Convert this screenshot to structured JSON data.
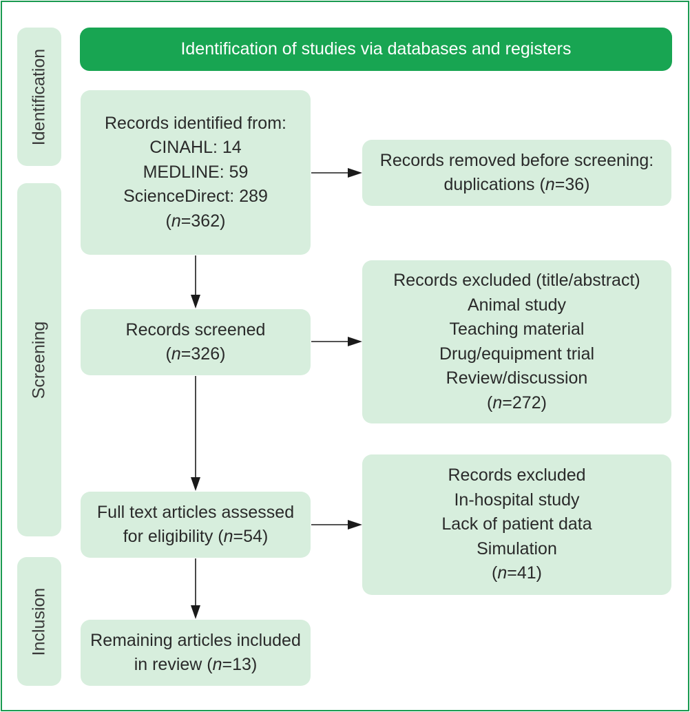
{
  "phases": {
    "identification": "Identification",
    "screening": "Screening",
    "inclusion": "Inclusion"
  },
  "banner": "Identification of studies via databases and registers",
  "identified": {
    "title": "Records identified from:",
    "sources": [
      "CINAHL: 14",
      "MEDLINE: 59",
      "ScienceDirect: 289"
    ],
    "n": "362"
  },
  "removed": {
    "title": "Records removed before screening:",
    "reason": "duplications",
    "n": "36"
  },
  "screened": {
    "title": "Records screened",
    "n": "326"
  },
  "excluded_abstract": {
    "title": "Records excluded (title/abstract)",
    "reasons": [
      "Animal study",
      "Teaching material",
      "Drug/equipment trial",
      "Review/discussion"
    ],
    "n": "272"
  },
  "fulltext": {
    "line1": "Full text articles assessed",
    "line2": "for eligibility",
    "n": "54"
  },
  "excluded_fulltext": {
    "title": "Records excluded",
    "reasons": [
      "In-hospital study",
      "Lack of patient data",
      "Simulation"
    ],
    "n": "41"
  },
  "included": {
    "line1": "Remaining articles included",
    "line2": "in review",
    "n": "13"
  },
  "n_label": "n",
  "colors": {
    "frame": "#1a9a50",
    "banner": "#18a552",
    "box_fill": "#d7eedd",
    "text": "#2a2a2a",
    "arrow": "#1a1a1a"
  }
}
